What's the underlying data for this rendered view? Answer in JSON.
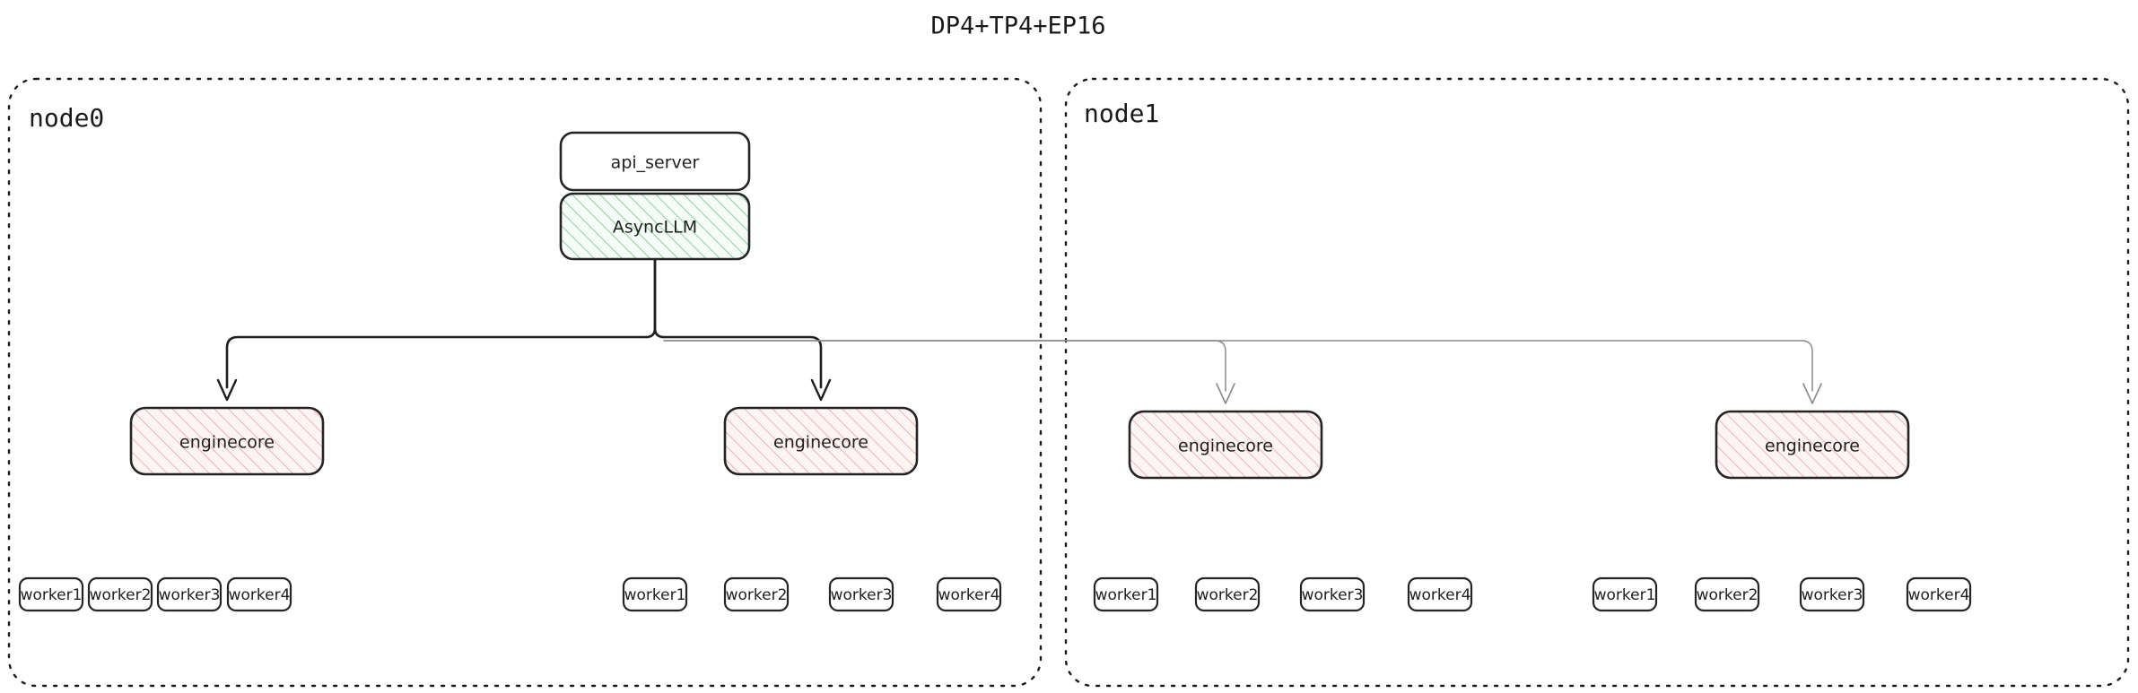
{
  "title": "DP4+TP4+EP16",
  "colors": {
    "background": "#ffffff",
    "stroke": "#242424",
    "container_stroke": "#1a1a1a",
    "green_hatch": "#79c98e",
    "green_fill": "#f4fbf6",
    "pink_hatch": "#f0a8a8",
    "pink_fill": "#fdf3f3",
    "edge_dark": "#1f1f1f",
    "edge_light": "#8a8a8a"
  },
  "nodes": [
    {
      "id": "node0",
      "label": "node0",
      "top_boxes": [
        {
          "id": "api_server",
          "label": "api_server",
          "style": "plain"
        },
        {
          "id": "async_llm",
          "label": "AsyncLLM",
          "style": "green-hatch"
        }
      ],
      "enginecores": [
        {
          "id": "node0-enginecore-0",
          "label": "enginecore",
          "style": "pink-hatch",
          "workers": [
            "worker1",
            "worker2",
            "worker3",
            "worker4"
          ]
        },
        {
          "id": "node0-enginecore-1",
          "label": "enginecore",
          "style": "pink-hatch",
          "workers": [
            "worker1",
            "worker2",
            "worker3",
            "worker4"
          ]
        }
      ]
    },
    {
      "id": "node1",
      "label": "node1",
      "top_boxes": [],
      "enginecores": [
        {
          "id": "node1-enginecore-0",
          "label": "enginecore",
          "style": "pink-hatch",
          "workers": [
            "worker1",
            "worker2",
            "worker3",
            "worker4"
          ]
        },
        {
          "id": "node1-enginecore-1",
          "label": "enginecore",
          "style": "pink-hatch",
          "workers": [
            "worker1",
            "worker2",
            "worker3",
            "worker4"
          ]
        }
      ]
    }
  ],
  "edges": [
    {
      "from": "async_llm",
      "to": "node0-enginecore-0",
      "emphasis": "dark"
    },
    {
      "from": "async_llm",
      "to": "node0-enginecore-1",
      "emphasis": "dark"
    },
    {
      "from": "async_llm",
      "to": "node1-enginecore-0",
      "emphasis": "light"
    },
    {
      "from": "async_llm",
      "to": "node1-enginecore-1",
      "emphasis": "light"
    }
  ]
}
